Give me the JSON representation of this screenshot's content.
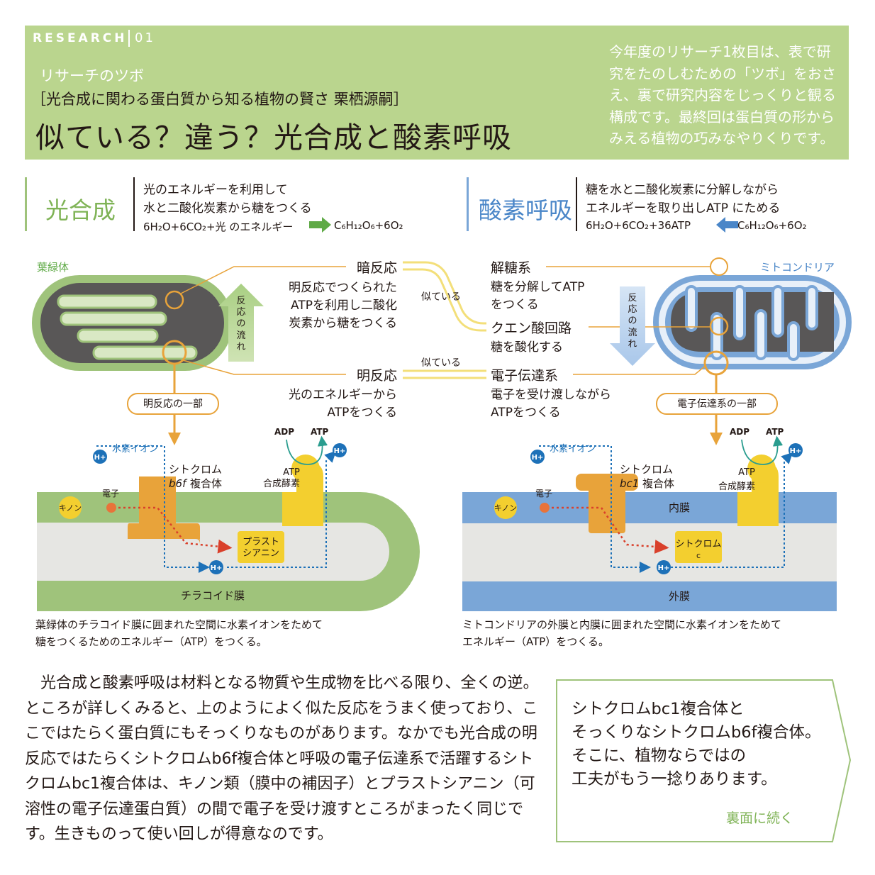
{
  "header": {
    "research_label": "RESEARCH",
    "research_number": "01",
    "series": "リサーチのツボ",
    "subtitle": "［光合成に関わる蛋白質から知る植物の賢さ 栗栖源嗣］",
    "title": "似ている？違う？光合成と酸素呼吸",
    "intro": "今年度のリサーチ1枚目は、表で研究をたのしむための「ツボ」をおさえ、裏で研究内容をじっくりと観る構成です。最終回は蛋白質の形からみえる植物の巧みなやりくりです。"
  },
  "photosynthesis": {
    "name": "光合成",
    "desc_line1": "光のエネルギーを利用して",
    "desc_line2": "水と二酸化炭素から糖をつくる",
    "formula_left": "6H₂O+6CO₂+光 のエネルギー",
    "formula_right": "C₆H₁₂O₆+6O₂"
  },
  "respiration": {
    "name": "酸素呼吸",
    "desc_line1": "糖を水と二酸化炭素に分解しながら",
    "desc_line2": "エネルギーを取り出しATP にためる",
    "formula_left": "6H₂O+6CO₂+36ATP",
    "formula_right": "C₆H₁₂O₆+6O₂"
  },
  "diagram": {
    "chloroplast_label": "葉緑体",
    "mitochondria_label": "ミトコンドリア",
    "flow_label_1": "反応の",
    "flow_label_2": "流れ",
    "dark_reaction": "暗反応",
    "dark_reaction_desc": [
      "明反応でつくられた",
      "ATPを利用し二酸化",
      "炭素から糖をつくる"
    ],
    "light_reaction": "明反応",
    "light_reaction_desc": [
      "光のエネルギーから",
      "ATPをつくる"
    ],
    "glycolysis": "解糖系",
    "glycolysis_desc": [
      "糖を分解してATP",
      "をつくる"
    ],
    "citric_acid": "クエン酸回路",
    "citric_acid_desc": "糖を酸化する",
    "etc": "電子伝達系",
    "etc_desc": [
      "電子を受け渡しながら",
      "ATPをつくる"
    ],
    "similar_1": "似ている",
    "similar_2": "似ている",
    "light_part": "明反応の一部",
    "etc_part": "電子伝達系の一部",
    "hydrogen_ion": "水素イオン",
    "h_plus": "H+",
    "electron": "電子",
    "quinone": "キノン",
    "adp": "ADP",
    "atp": "ATP",
    "atp_synthase_1": "ATP",
    "atp_synthase_2": "合成酵素",
    "cyt_b6f_1": "シトクロム",
    "cyt_b6f_2": "b6f",
    "cyt_b6f_3": "複合体",
    "cyt_bc1_1": "シトクロム",
    "cyt_bc1_2": "bc1",
    "cyt_bc1_3": "複合体",
    "plastocyanin_1": "プラスト",
    "plastocyanin_2": "シアニン",
    "cyt_c_1": "シトクロム",
    "cyt_c_2": "c",
    "thylakoid": "チラコイド膜",
    "inner_membrane": "内膜",
    "outer_membrane": "外膜",
    "colors": {
      "green_light": "#bad58e",
      "green": "#9fc37b",
      "blue": "#7aa6d7",
      "orange": "#e8a33a",
      "yellow": "#f3cf2f",
      "red": "#d9402b"
    }
  },
  "captions": {
    "left_1": "葉緑体のチラコイド膜に囲まれた空間に水素イオンをためて",
    "left_2": "糖をつくるためのエネルギー（ATP）をつくる。",
    "right_1": "ミトコンドリアの外膜と内膜に囲まれた空間に水素イオンをためて",
    "right_2": "エネルギー（ATP）をつくる。"
  },
  "body": {
    "text": "光合成と酸素呼吸は材料となる物質や生成物を比べる限り、全くの逆。ところが詳しくみると、上のようによく似た反応をうまく使っており、ここではたらく蛋白質にもそっくりなものがあります。なかでも光合成の明反応ではたらくシトクロムb6f複合体と呼吸の電子伝達系で活躍するシトクロムbc1複合体は、キノン類（膜中の補因子）とプラストシアニン（可溶性の電子伝達蛋白質）の間で電子を受け渡すところがまったく同じです。生きものって使い回しが得意なのです。"
  },
  "callout": {
    "line1": "シトクロムbc1複合体と",
    "line2": "そっくりなシトクロムb6f複合体。",
    "line3": "そこに、植物ならではの",
    "line4": "工夫がもう一捻りあります。",
    "link": "裏面に続く"
  }
}
